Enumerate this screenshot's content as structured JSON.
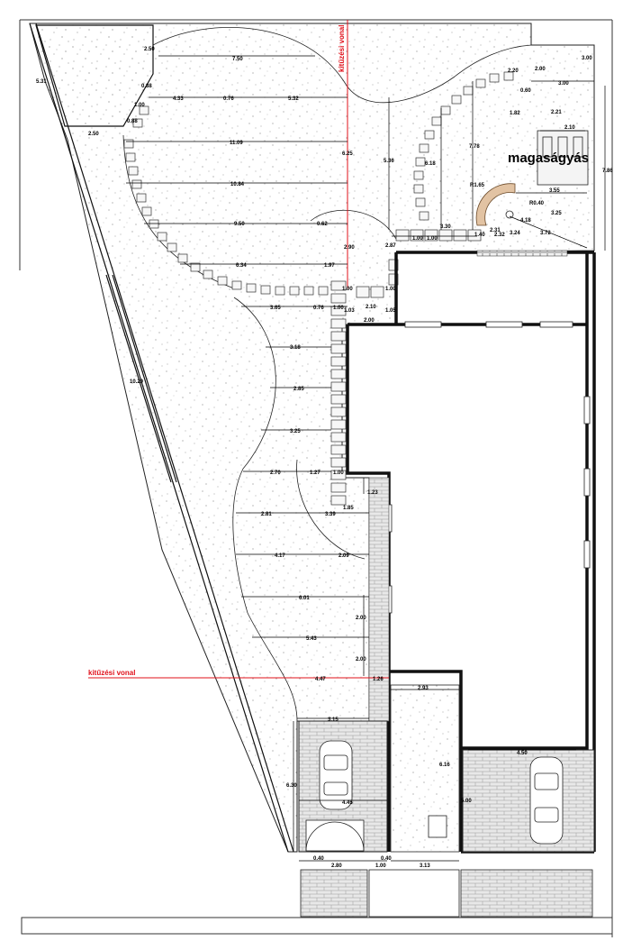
{
  "labels": {
    "raised_bed": "magaságyás",
    "setout_line_vertical": "kitűzési vonal",
    "setout_line_horizontal": "kitűzési vonal"
  },
  "dims": {
    "d531": "5.31",
    "d250a": "2.50",
    "d088a": "0.88",
    "d100a": "1.00",
    "d088b": "0.88",
    "d250b": "2.50",
    "d750": "7.50",
    "d433": "4.33",
    "d076a": "0.76",
    "d532": "5.32",
    "d1109": "11.09",
    "d625": "6.25",
    "d1084": "10.84",
    "d536": "5.36",
    "d618": "6.18",
    "d778": "7.78",
    "d220": "2.20",
    "d200a": "2.00",
    "d300a": "3.00",
    "d300b": "3.00",
    "d060": "0.60",
    "d182": "1.82",
    "d221": "2.21",
    "d210a": "2.10",
    "d786": "7.86",
    "dR165": "R1.65",
    "d355": "3.55",
    "dR040": "R0.40",
    "d325a": "3.25",
    "d950": "9.50",
    "d062": "0.62",
    "d290": "2.90",
    "d287": "2.87",
    "d330": "3.30",
    "d100b": "1.00",
    "d100c": "1.00",
    "d140": "1.40",
    "d231": "2.31",
    "d232": "2.32",
    "d418": "4.18",
    "d324": "3.24",
    "d372": "3.72",
    "d634": "6.34",
    "d197": "1.97",
    "d100d": "1.00",
    "d100e": "1.00",
    "d365": "3.65",
    "d076b": "0.76",
    "d100f": "1.00",
    "d103": "1.03",
    "d210b": "2.10",
    "d105": "1.05",
    "d200b": "2.00",
    "d1029": "10.29",
    "d318": "3.18",
    "d285": "2.85",
    "d325b": "3.25",
    "d270": "2.70",
    "d127": "1.27",
    "d100g": "1.00",
    "d123": "1.23",
    "d185": "1.85",
    "d281": "2.81",
    "d339": "3.39",
    "d417": "4.17",
    "d209": "2.09",
    "d601": "6.01",
    "d200c": "2.00",
    "d543": "5.43",
    "d200d": "2.00",
    "d447": "4.47",
    "d126": "1.26",
    "d293": "2.93",
    "d315": "3.15",
    "d616": "6.16",
    "d450": "4.50",
    "d630": "6.30",
    "d445": "4.45",
    "d500": "5.00",
    "d040a": "0.40",
    "d040b": "0.40",
    "d280": "2.80",
    "d100h": "1.00",
    "d313": "3.13"
  },
  "colors": {
    "wall": "#111111",
    "red_line": "#e0101a",
    "arc_fill": "#e2c3a3",
    "paving": "#e6e6e6",
    "stipple": "#8a8a8a"
  }
}
